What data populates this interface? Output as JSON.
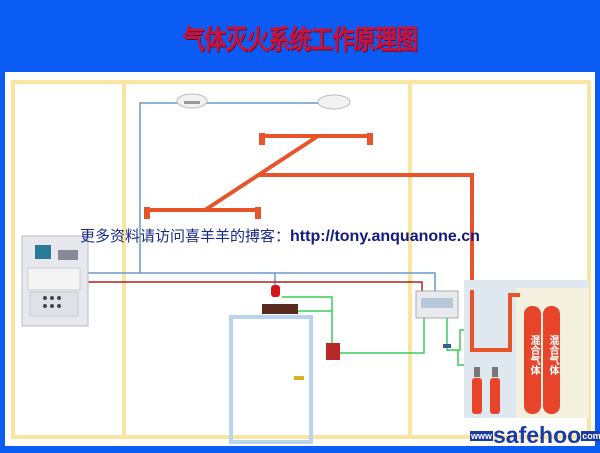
{
  "title": "气体灭火系统工作原理图",
  "note": {
    "prefix": "更多资料请访问喜羊羊的搏客：",
    "url": "http://tony.anquanone.cn"
  },
  "cylinders": {
    "label": "混合气体"
  },
  "logo": {
    "www": "www",
    "main": "safehoo",
    "com": "com"
  },
  "colors": {
    "background": "#0a5cf5",
    "pipe": "#e8542a",
    "signal_wire": "#6a9ac8",
    "power_wire": "#b02020",
    "control_wire": "#3ccc5a",
    "frame": "#f8e6a0"
  }
}
